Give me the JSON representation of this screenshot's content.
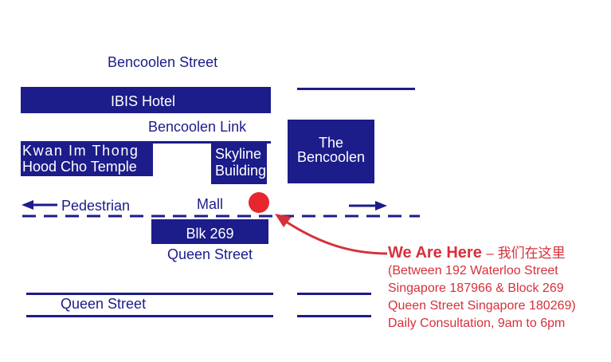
{
  "colors": {
    "navy": "#1c1c8a",
    "red": "#d6303b"
  },
  "streets": {
    "bencoolen_street": "Bencoolen Street",
    "bencoolen_link": "Bencoolen Link",
    "pedestrian": "Pedestrian",
    "mall": "Mall",
    "queen_street_upper": "Queen Street",
    "queen_street_lower": "Queen Street"
  },
  "buildings": {
    "ibis": "IBIS Hotel",
    "kwan_line1": "Kwan Im Thong",
    "kwan_line2": "Hood Cho Temple",
    "skyline_line1": "Skyline",
    "skyline_line2": "Building",
    "bencoolen_line1": "The",
    "bencoolen_line2": "Bencoolen",
    "blk": "Blk 269"
  },
  "location": {
    "title": "We Are Here",
    "chinese": "– 我们在这里",
    "lines": [
      "(Between 192 Waterloo Street",
      "Singapore 187966 & Block 269",
      "Queen Street Singapore 180269)",
      "Daily Consultation, 9am to 6pm"
    ]
  }
}
